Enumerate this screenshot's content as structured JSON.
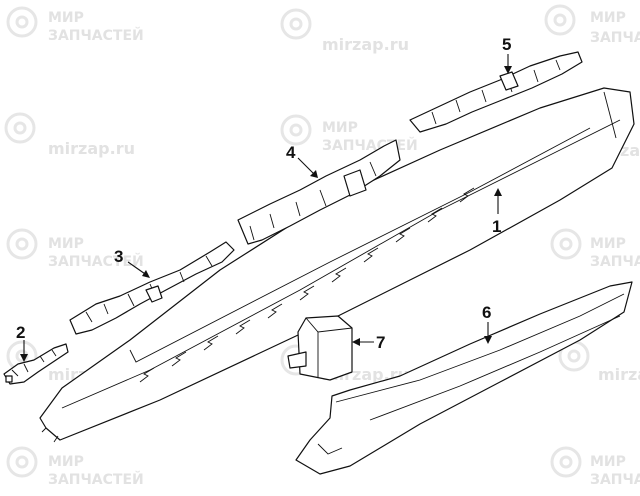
{
  "watermark": {
    "brand_line1": "МИР",
    "brand_line2": "ЗАПЧАСТЕЙ",
    "domain": "mirzap.ru"
  },
  "callouts": [
    {
      "id": "1",
      "label": "1"
    },
    {
      "id": "2",
      "label": "2"
    },
    {
      "id": "3",
      "label": "3"
    },
    {
      "id": "4",
      "label": "4"
    },
    {
      "id": "5",
      "label": "5"
    },
    {
      "id": "6",
      "label": "6"
    },
    {
      "id": "7",
      "label": "7"
    }
  ],
  "colors": {
    "line": "#111111",
    "watermark": "#e2e2e2",
    "background": "#ffffff"
  }
}
